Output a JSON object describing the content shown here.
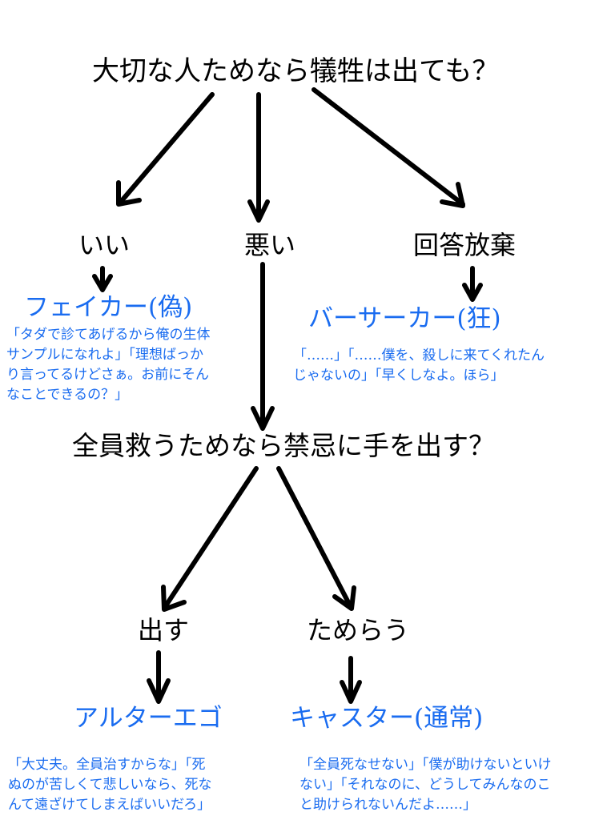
{
  "question1": "大切な人ためなら犠牲は出ても？",
  "options1": [
    "いい",
    "悪い",
    "回答放棄"
  ],
  "faker": {
    "name": "フェイカー(偽)",
    "quote_lines": [
      "「タダで診てあげるから俺の生体",
      "サンプルになれよ」「理想ばっか",
      "り言ってるけどさぁ。お前にそん",
      "なことできるの？」"
    ]
  },
  "berserker": {
    "name": "バーサーカー(狂)",
    "quote_lines": [
      "「……」「……僕を、殺しに来てくれたん",
      "じゃないの」「早くしなよ。ほら」"
    ]
  },
  "question2": "全員救うためなら禁忌に手を出す？",
  "options2": [
    "出す",
    "ためらう"
  ],
  "alterego": {
    "name": "アルターエゴ",
    "quote_lines": [
      "「大丈夫。全員治すからな」「死",
      "ぬのが苦しくて悲しいなら、死な",
      "んて遠ざけてしまえばいいだろ」"
    ]
  },
  "caster": {
    "name": "キャスター(通常)",
    "quote_lines": [
      "「全員死なせない」「僕が助けないといけ",
      "ない」「それなのに、どうしてみんなのこ",
      "と助けられないんだよ……」"
    ]
  },
  "colors": {
    "accent": "#1a6cf0",
    "text": "#000000"
  }
}
